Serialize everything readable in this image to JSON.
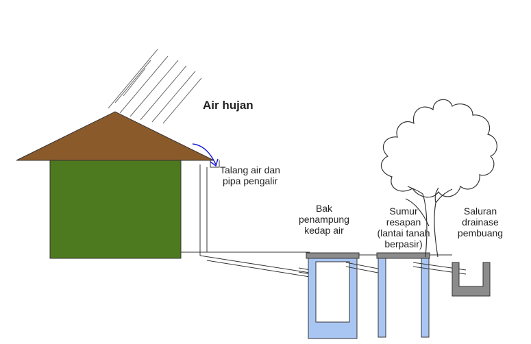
{
  "labels": {
    "rain": "Air hujan",
    "gutter_line1": "Talang air dan",
    "gutter_line2": "pipa pengalir",
    "tank_line1": "Bak",
    "tank_line2": "penampung",
    "tank_line3": "kedap air",
    "well_line1": "Sumur",
    "well_line2": "resapan",
    "well_line3": "(lantai tanah",
    "well_line4": "berpasir)",
    "drain_line1": "Saluran",
    "drain_line2": "drainase",
    "drain_line3": "pembuang"
  },
  "colors": {
    "roof": "#8b5a2b",
    "wall": "#4d7a1e",
    "water": "#a9c6f2",
    "concrete": "#8c8c8c",
    "line": "#333333",
    "arrow": "#1a1adb"
  }
}
